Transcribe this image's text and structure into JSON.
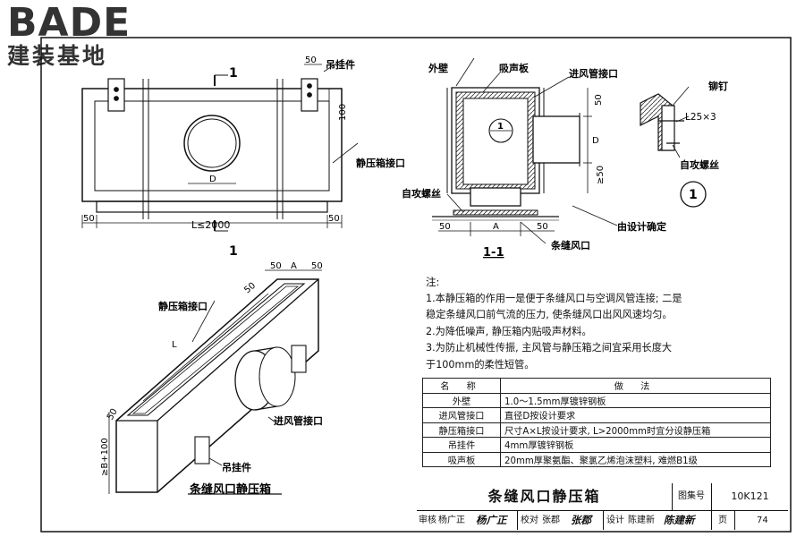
{
  "logo": {
    "brand": "BADE",
    "subtitle": "建装基地"
  },
  "drawing": {
    "top_view": {
      "section_mark_top": "1",
      "section_mark_bottom": "1",
      "dim_50_top": "50",
      "hanger_label": "吊挂件",
      "dim_100": "100",
      "dim_D": "D",
      "plenum_port_label": "静压箱接口",
      "dim_50_left": "50",
      "dim_L": "L≤2000",
      "dim_50_right": "50"
    },
    "section_view": {
      "outer_wall": "外壁",
      "sound_panel": "吸声板",
      "inlet_duct": "进风管接口",
      "dim_50_a": "50",
      "dim_D": "D",
      "dim_ge50": "≥50",
      "callout": "1",
      "self_tapping": "自攻螺丝",
      "dim_50_left": "50",
      "dim_A": "A",
      "dim_50_right": "50",
      "section_title": "1-1",
      "slot_outlet": "条缝风口",
      "by_design": "由设计确定"
    },
    "detail": {
      "rivet": "铆钉",
      "angle": "L25×3",
      "screw": "自攻螺丝",
      "detail_no": "1"
    },
    "iso_view": {
      "dim_50_a": "50",
      "dim_A": "A",
      "dim_50_b": "50",
      "dim_50_left": "50",
      "port_label": "静压箱接口",
      "dim_L": "L",
      "dim_50_side": "50",
      "dim_height": "≥B+100",
      "inlet_label": "进风管接口",
      "hanger_label": "吊挂件",
      "caption": "条缝风口静压箱"
    }
  },
  "notes": {
    "title": "注:",
    "items": [
      "1.本静压箱的作用一是便于条缝风口与空调风管连接; 二是",
      "   稳定条缝风口前气流的压力, 使条缝风口出风风速均匀。",
      "2.为降低噪声, 静压箱内贴吸声材料。",
      "3.为防止机械性传振, 主风管与静压箱之间宜采用长度大",
      "   于100mm的柔性短管。"
    ]
  },
  "material_table": {
    "headers": [
      "名 称",
      "做 法"
    ],
    "rows": [
      [
        "外壁",
        "1.0～1.5mm厚镀锌钢板"
      ],
      [
        "进风管接口",
        "直径D按设计要求"
      ],
      [
        "静压箱接口",
        "尺寸A×L按设计要求, L>2000mm时宜分设静压箱"
      ],
      [
        "吊挂件",
        "4mm厚镀锌钢板"
      ],
      [
        "吸声板",
        "20mm厚聚氨酯、聚氯乙烯泡沫塑料, 难燃B1级"
      ]
    ]
  },
  "title_block": {
    "title": "条缝风口静压箱",
    "atlas_label": "图集号",
    "atlas_value": "10K121",
    "review_label": "审核",
    "review_name": "杨广正",
    "review_sig": "杨广正",
    "check_label": "校对",
    "check_name": "张郡",
    "check_sig": "张郡",
    "design_label": "设计",
    "design_name": "陈建新",
    "design_sig": "陈建新",
    "page_label": "页",
    "page_value": "74"
  }
}
